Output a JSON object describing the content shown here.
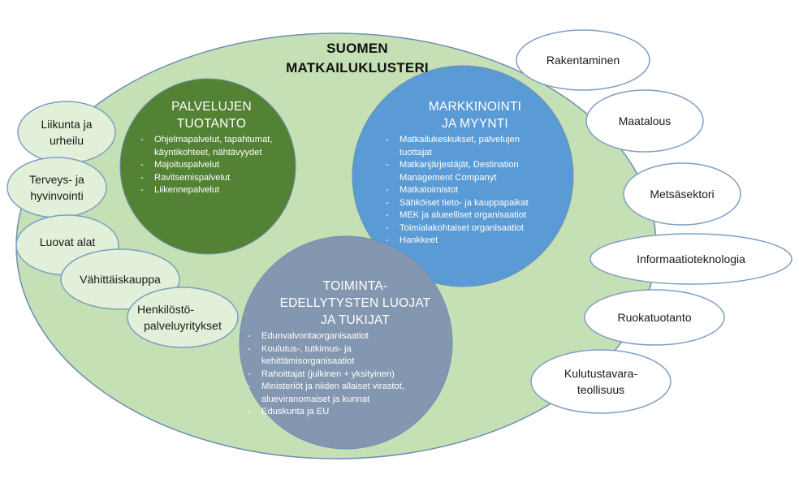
{
  "title": {
    "line1": "SUOMEN",
    "line2": "MATKAILUKLUSTERI"
  },
  "colors": {
    "outer_fill": "#c5e0b4",
    "outer_stroke": "#6f8fb3",
    "services_fill": "#548235",
    "marketing_fill": "#5b9bd5",
    "enablers_fill": "#8497b0",
    "inner_bubble_fill": "#e2f0d9",
    "outer_bubble_fill": "#ffffff",
    "bubble_stroke": "#7f9fc3"
  },
  "circles": {
    "services": {
      "heading_line1": "PALVELUJEN",
      "heading_line2": "TUOTANTO",
      "items": [
        "Ohjelmapalvelut, tapahtumat, käyntikohteet, nähtävyydet",
        "Majoituspalvelut",
        "Ravitsemispalvelut",
        "Liikennepalvelut"
      ]
    },
    "marketing": {
      "heading_line1": "MARKKINOINTI",
      "heading_line2": "JA MYYNTI",
      "items": [
        "Matkailukeskukset, palvelujen tuottajat",
        "Matkanjärjestäjät, Destination Management Companyt",
        "Matkatoimistot",
        "Sähköiset tieto- ja kauppapaikat",
        "MEK ja alueelliset organisaatiot",
        "Toimialakohtaiset organisaatiot",
        "Hankkeet"
      ]
    },
    "enablers": {
      "heading_line1": "TOIMINTA-",
      "heading_line2": "EDELLYTYSTEN LUOJAT",
      "heading_line3": "JA TUKIJAT",
      "items": [
        "Edunvalvontaorganisaatiot",
        "Koulutus-, tutkimus- ja kehittämisorganisaatiot",
        "Rahoittajat (julkinen + yksityinen)",
        "Ministeriöt ja niiden allaiset virastot, alueviranomaiset ja kunnat",
        "Eduskunta ja EU"
      ]
    }
  },
  "inner_bubbles": [
    {
      "line1": "Liikunta ja",
      "line2": "urheilu"
    },
    {
      "line1": "Terveys- ja",
      "line2": "hyvinvointi"
    },
    {
      "line1": "Luovat alat",
      "line2": ""
    },
    {
      "line1": "Vähittäiskauppa",
      "line2": ""
    },
    {
      "line1": "Henkilöstö-",
      "line2": "palveluyritykset"
    }
  ],
  "outer_bubbles": [
    {
      "line1": "Rakentaminen",
      "line2": ""
    },
    {
      "line1": "Maatalous",
      "line2": ""
    },
    {
      "line1": "Metsäsektori",
      "line2": ""
    },
    {
      "line1": "Informaatioteknologia",
      "line2": ""
    },
    {
      "line1": "Ruokatuotanto",
      "line2": ""
    },
    {
      "line1": "Kulutustavara-",
      "line2": "teollisuus"
    }
  ]
}
